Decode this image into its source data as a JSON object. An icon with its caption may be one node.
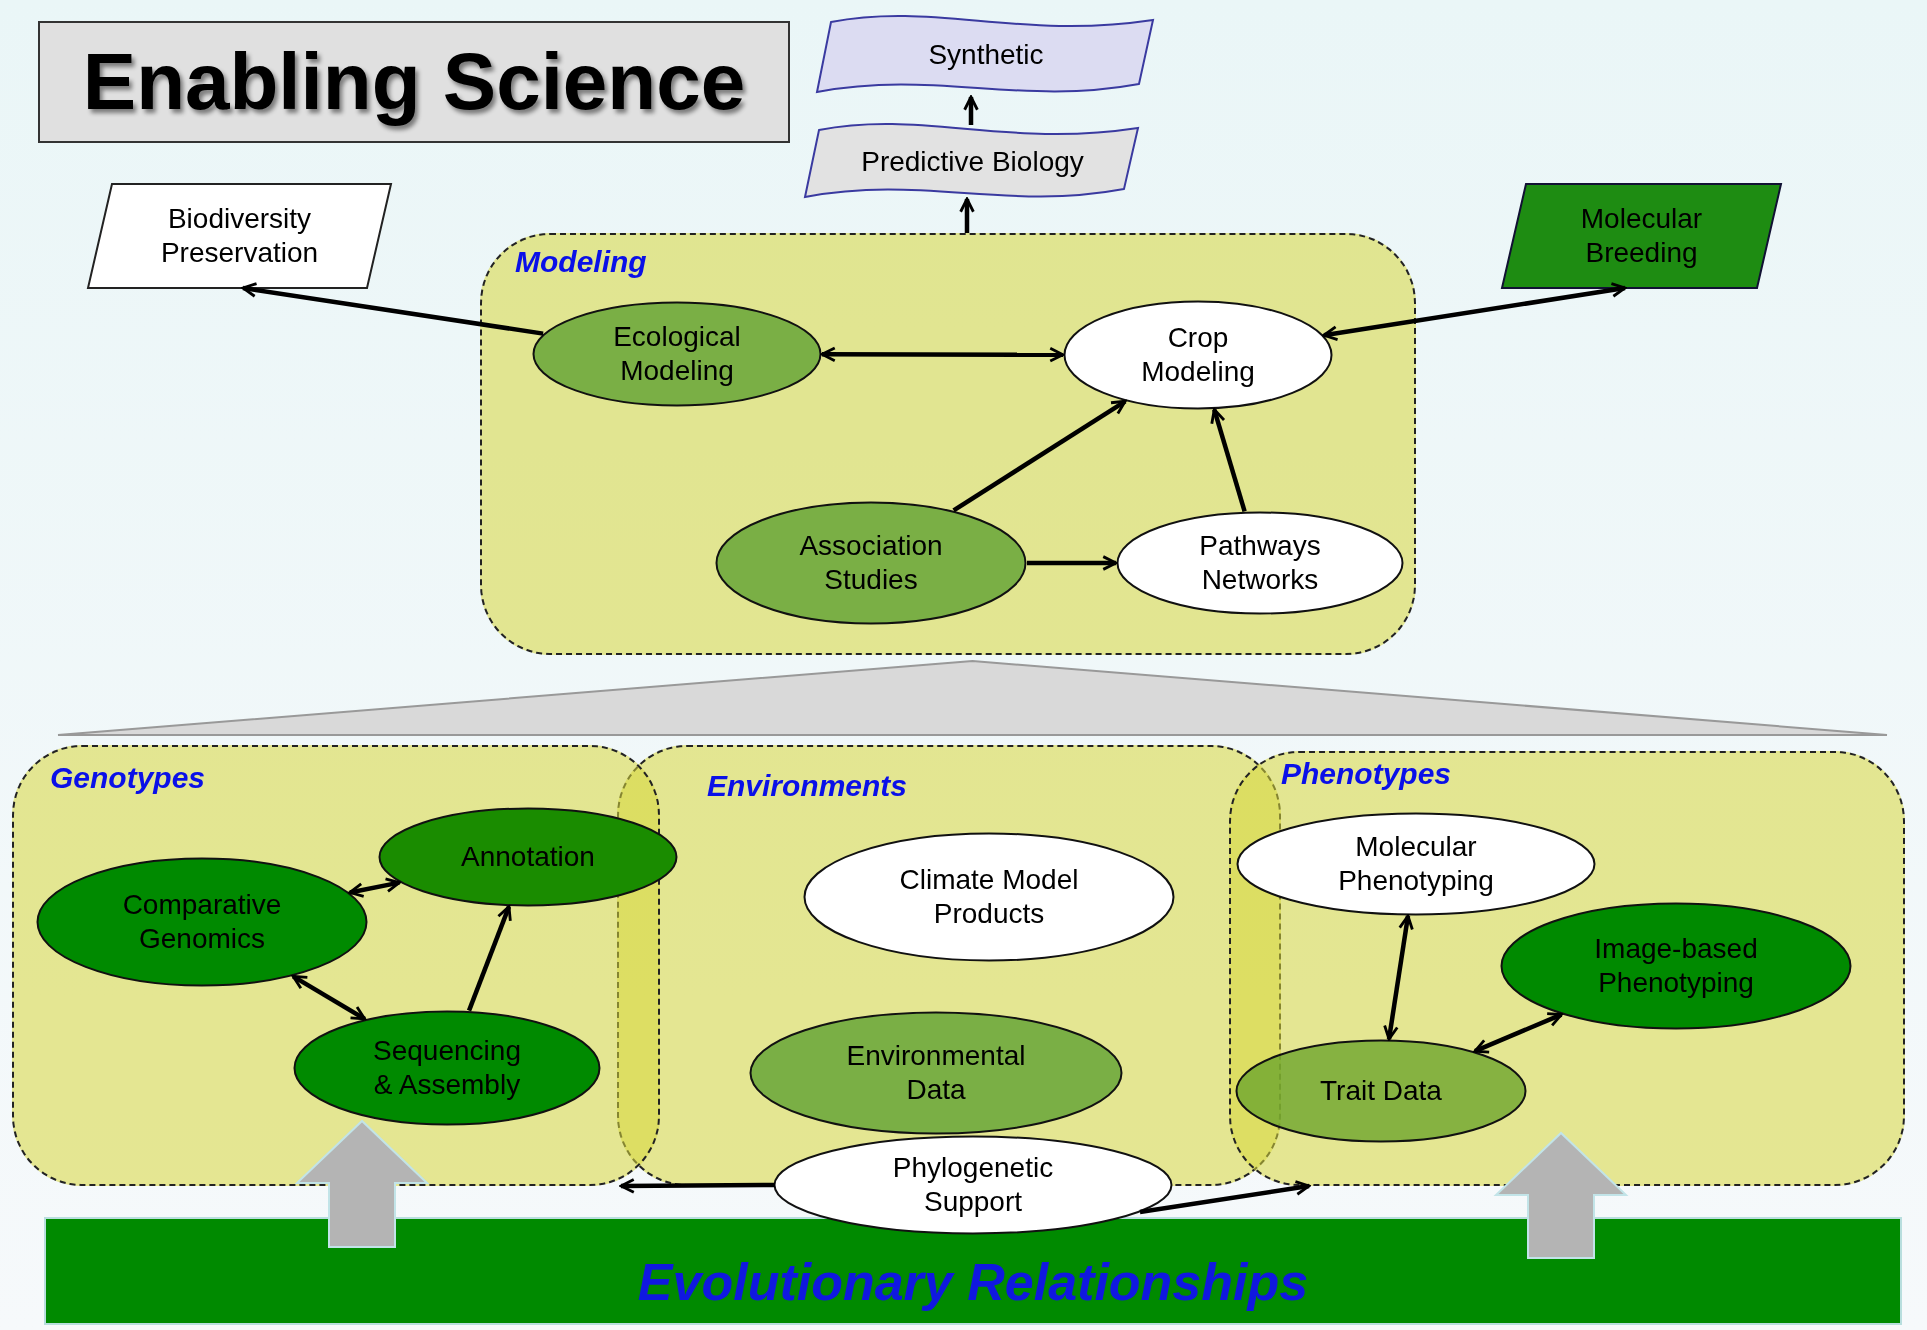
{
  "diagram": {
    "title": "Enabling Science",
    "nodes": [
      {
        "text": [
          "Synthetic"
        ]
      },
      {
        "text": [
          "Predictive Biology"
        ]
      },
      {
        "text": [
          "Biodiversity Preservation"
        ]
      },
      {
        "text": [
          "Molecular Breeding"
        ]
      },
      {
        "text": [
          "Modeling"
        ]
      },
      {
        "text": [
          "Ecological Modeling"
        ],
        "in": 4
      },
      {
        "text": [
          "Crop Modeling"
        ],
        "in": 4
      },
      {
        "text": [
          "Association Studies"
        ],
        "in": 4
      },
      {
        "text": [
          "Pathways Networks"
        ],
        "in": 4
      },
      {
        "text": [
          "Genotypes"
        ]
      },
      {
        "text": [
          "Comparative Genomics"
        ],
        "in": 9
      },
      {
        "text": [
          "Annotation"
        ],
        "in": 9
      },
      {
        "text": [
          "Sequencing & Assembly"
        ],
        "in": 9
      },
      {
        "text": [
          "Environments"
        ]
      },
      {
        "text": [
          "Climate Model Products"
        ],
        "in": 13
      },
      {
        "text": [
          "Environmental Data"
        ],
        "in": 13
      },
      {
        "text": [
          "Phenotypes"
        ]
      },
      {
        "text": [
          "Molecular Phenotyping"
        ],
        "in": 16
      },
      {
        "text": [
          "Image-based Phenotyping"
        ],
        "in": 16
      },
      {
        "text": [
          "Trait Data"
        ],
        "in": 16
      },
      {
        "text": [
          "Phylogenetic Support"
        ]
      },
      {
        "text": [
          "Evolutionary Relationships"
        ]
      },
      {
        "text": [],
        "shape": "triangle"
      }
    ],
    "edges": [
      {
        "from": 1,
        "to": 0,
        "arrow": "to"
      },
      {
        "from": 4,
        "to": 1,
        "arrow": "to"
      },
      {
        "from": 5,
        "to": 2,
        "arrow": "to"
      },
      {
        "from": 5,
        "to": 6,
        "arrow": "both"
      },
      {
        "from": 3,
        "to": 6,
        "arrow": "both"
      },
      {
        "from": 7,
        "to": 6,
        "arrow": "to"
      },
      {
        "from": 8,
        "to": 6,
        "arrow": "to"
      },
      {
        "from": 7,
        "to": 8,
        "arrow": "to"
      },
      {
        "from": 10,
        "to": 11,
        "arrow": "both"
      },
      {
        "from": 10,
        "to": 12,
        "arrow": "both"
      },
      {
        "from": 12,
        "to": 11,
        "arrow": "to"
      },
      {
        "from": 17,
        "to": 19,
        "arrow": "both"
      },
      {
        "from": 19,
        "to": 18,
        "arrow": "both"
      },
      {
        "from": 20,
        "to": 9,
        "arrow": "to"
      },
      {
        "from": 20,
        "to": 16,
        "arrow": "to"
      },
      {
        "from": 21,
        "to": 9,
        "arrow": "to",
        "style": "thick",
        "color": "#b4b4b4"
      },
      {
        "from": 21,
        "to": 16,
        "arrow": "to",
        "style": "thick",
        "color": "#b4b4b4"
      }
    ]
  }
}
